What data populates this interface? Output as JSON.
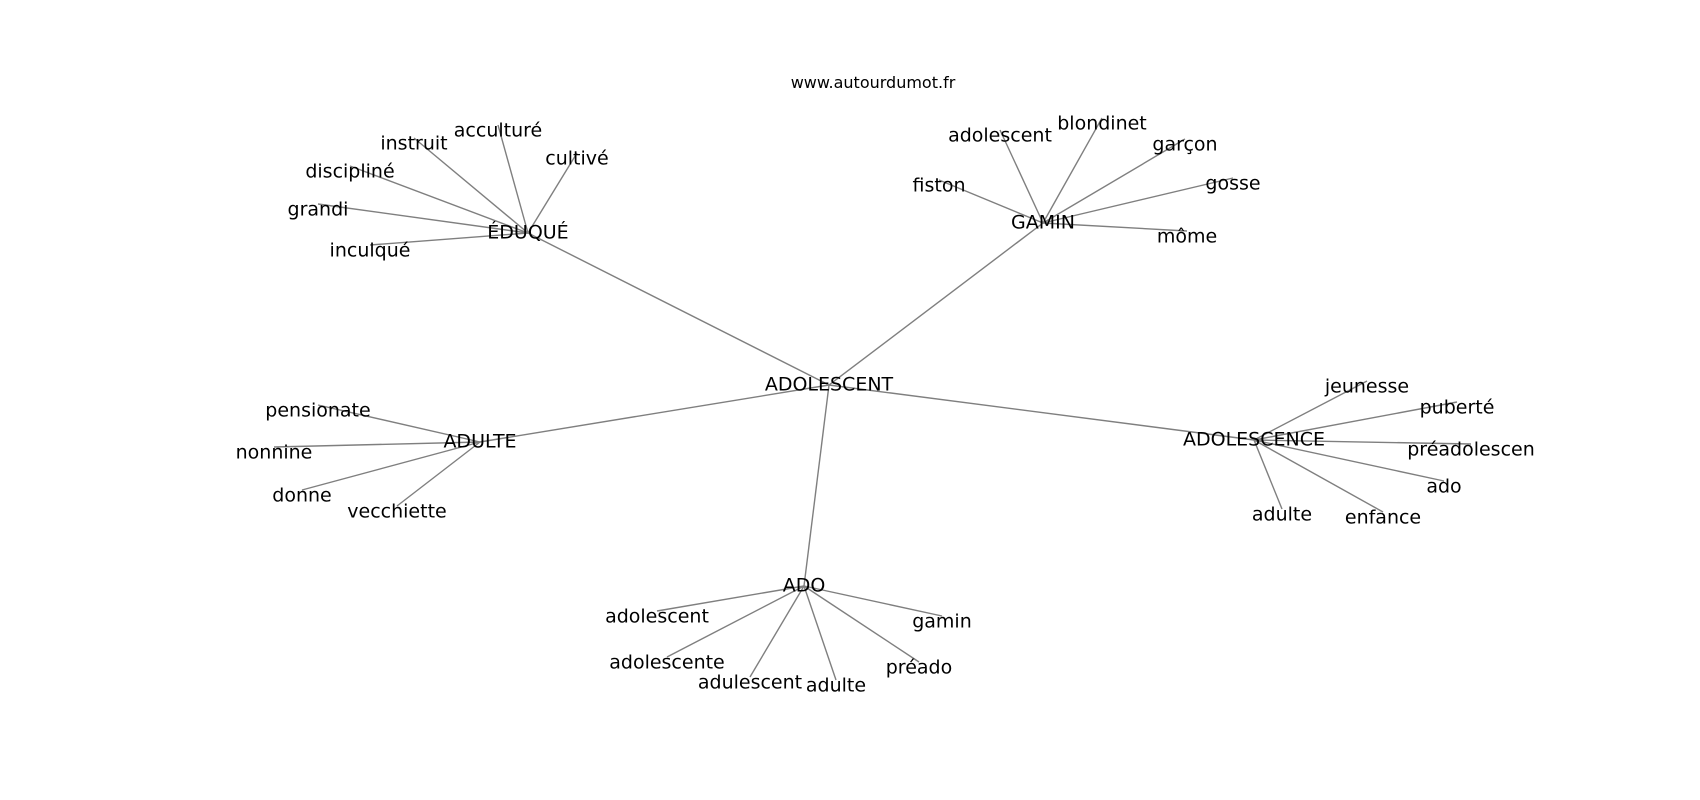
{
  "site": "www.autourdumot.fr",
  "root": "ADOLESCENT",
  "groups": [
    {
      "id": "eduque",
      "hub": "ÉDUQUÉ",
      "leaves": [
        "instruit",
        "acculturé",
        "cultivé",
        "discipliné",
        "grandi",
        "inculqué"
      ]
    },
    {
      "id": "gamin",
      "hub": "GAMIN",
      "leaves": [
        "adolescent",
        "blondinet",
        "garçon",
        "gosse",
        "fiston",
        "môme"
      ]
    },
    {
      "id": "adulte",
      "hub": "ADULTE",
      "leaves": [
        "pensionate",
        "nonnine",
        "donne",
        "vecchiette"
      ]
    },
    {
      "id": "adolescence",
      "hub": "ADOLESCENCE",
      "leaves": [
        "jeunesse",
        "puberté",
        "préadolescen",
        "ado",
        "adulte",
        "enfance"
      ]
    },
    {
      "id": "ado",
      "hub": "ADO",
      "leaves": [
        "adolescent",
        "gamin",
        "adolescente",
        "préado",
        "adulescent",
        "adulte"
      ]
    }
  ]
}
